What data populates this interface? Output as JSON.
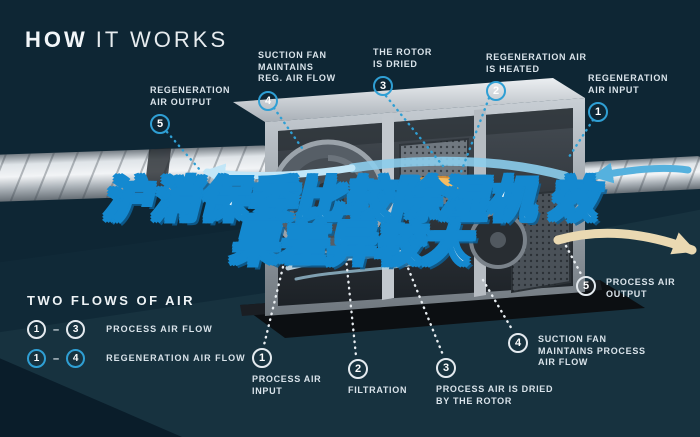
{
  "title": {
    "word1": "HOW",
    "word2": "IT WORKS"
  },
  "watermark": {
    "line1": "沪消保委比较除湿机 效",
    "line2": "果差异较大"
  },
  "callouts": {
    "top": [
      {
        "num": "5",
        "label": "REGENERATION\nAIR OUTPUT"
      },
      {
        "num": "4",
        "label": "SUCTION FAN\nMAINTAINS\nREG. AIR FLOW"
      },
      {
        "num": "3",
        "label": "THE ROTOR\nIS DRIED"
      },
      {
        "num": "2",
        "label": "REGENERATION AIR\nIS HEATED"
      },
      {
        "num": "1",
        "label": "REGENERATION\nAIR INPUT"
      }
    ],
    "bottom": [
      {
        "num": "1",
        "label": "PROCESS AIR\nINPUT"
      },
      {
        "num": "2",
        "label": "FILTRATION"
      },
      {
        "num": "3",
        "label": "PROCESS AIR IS DRIED\nBY THE ROTOR"
      },
      {
        "num": "4",
        "label": "SUCTION FAN\nMAINTAINS PROCESS\nAIR FLOW"
      },
      {
        "num": "5",
        "label": "PROCESS AIR\nOUTPUT"
      }
    ]
  },
  "legend": {
    "title": "TWO FLOWS OF AIR",
    "separator": "–",
    "rows": [
      {
        "start": "1",
        "end": "3",
        "label": "PROCESS AIR FLOW",
        "circle_style": "white"
      },
      {
        "start": "1",
        "end": "4",
        "label": "REGENERATION AIR FLOW",
        "circle_style": "blue"
      }
    ]
  },
  "icons": {
    "number_badge": "numbered-circle-marker",
    "flow_arrows": "air-flow-arrow"
  },
  "colors": {
    "background": "#0e2634",
    "accent_blue": "#2f9fd4",
    "label_text": "#d9e3ea",
    "watermark_fill": "#ffffff",
    "watermark_outline": "#1489d0",
    "heater_orange": "#e8a44a",
    "regen_flow_blue": "#8ccdec",
    "process_out_cream": "#ead9b2"
  }
}
